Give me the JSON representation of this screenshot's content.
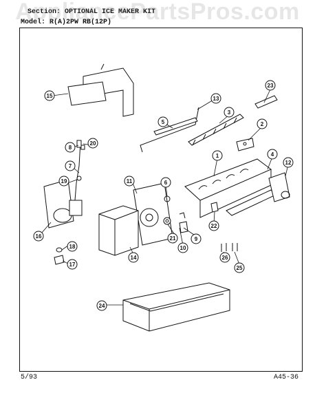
{
  "watermark": "AppliancePartsPros.com",
  "header": {
    "section_line": "Section: OPTIONAL ICE MAKER KIT",
    "model_line": "Model: R(A)2PW RB(12P)"
  },
  "footer": {
    "date": "5/93",
    "code": "A45-36"
  },
  "parts": [
    {
      "num": "1"
    },
    {
      "num": "2"
    },
    {
      "num": "3"
    },
    {
      "num": "4"
    },
    {
      "num": "5"
    },
    {
      "num": "6"
    },
    {
      "num": "7"
    },
    {
      "num": "8"
    },
    {
      "num": "9"
    },
    {
      "num": "10"
    },
    {
      "num": "11"
    },
    {
      "num": "12"
    },
    {
      "num": "13"
    },
    {
      "num": "14"
    },
    {
      "num": "15"
    },
    {
      "num": "16"
    },
    {
      "num": "17"
    },
    {
      "num": "18"
    },
    {
      "num": "19"
    },
    {
      "num": "20"
    },
    {
      "num": "21"
    },
    {
      "num": "22"
    },
    {
      "num": "23"
    },
    {
      "num": "24"
    },
    {
      "num": "25"
    },
    {
      "num": "26"
    }
  ]
}
